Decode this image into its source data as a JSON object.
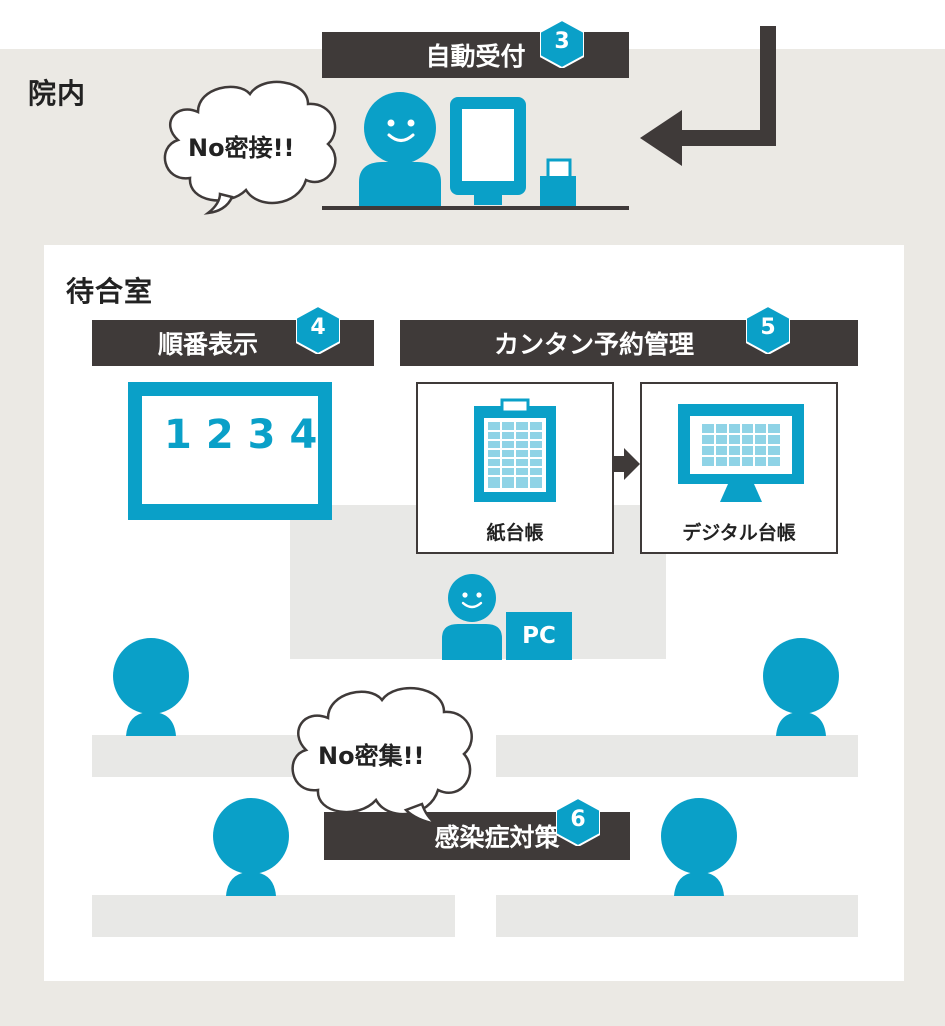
{
  "colors": {
    "accent": "#0aa0c8",
    "dark": "#3f3a39",
    "panel": "#ebe9e4",
    "bench": "#e8e8e6"
  },
  "areas": {
    "hospital_label": "院内",
    "waiting_room_label": "待合室"
  },
  "sections": {
    "auto_reception": {
      "title": "自動受付",
      "number": "3"
    },
    "order_display": {
      "title": "順番表示",
      "number": "4"
    },
    "reservation": {
      "title": "カンタン予約管理",
      "number": "5"
    },
    "infection": {
      "title": "感染症対策",
      "number": "6"
    }
  },
  "bubbles": {
    "no_contact": "No密接!!",
    "no_crowd": "No密集!!"
  },
  "display_board": {
    "numbers": "1234"
  },
  "ledgers": {
    "paper": "紙台帳",
    "digital": "デジタル台帳"
  },
  "pc_label": "PC"
}
